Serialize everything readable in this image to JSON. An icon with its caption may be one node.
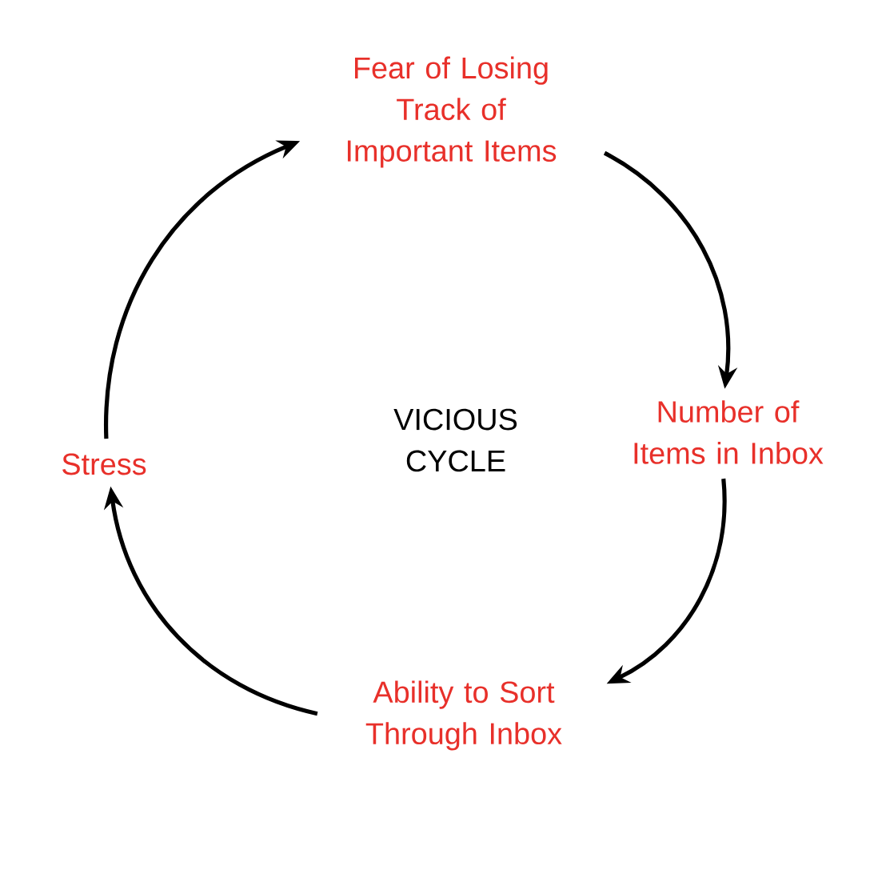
{
  "diagram": {
    "nodes": [
      {
        "text": [
          "Fear of Losing Track of Important Items"
        ]
      },
      {
        "text": [
          "Number of Items in Inbox"
        ]
      },
      {
        "text": [
          "Ability to Sort Through Inbox"
        ]
      },
      {
        "text": [
          "Stress"
        ]
      }
    ],
    "edges": [
      {
        "from": 0,
        "to": 1,
        "arrow": "to"
      },
      {
        "from": 1,
        "to": 2,
        "arrow": "to"
      },
      {
        "from": 2,
        "to": 3,
        "arrow": "to"
      },
      {
        "from": 3,
        "to": 0,
        "arrow": "to"
      }
    ],
    "labels": [
      "VICIOUS CYCLE"
    ]
  }
}
